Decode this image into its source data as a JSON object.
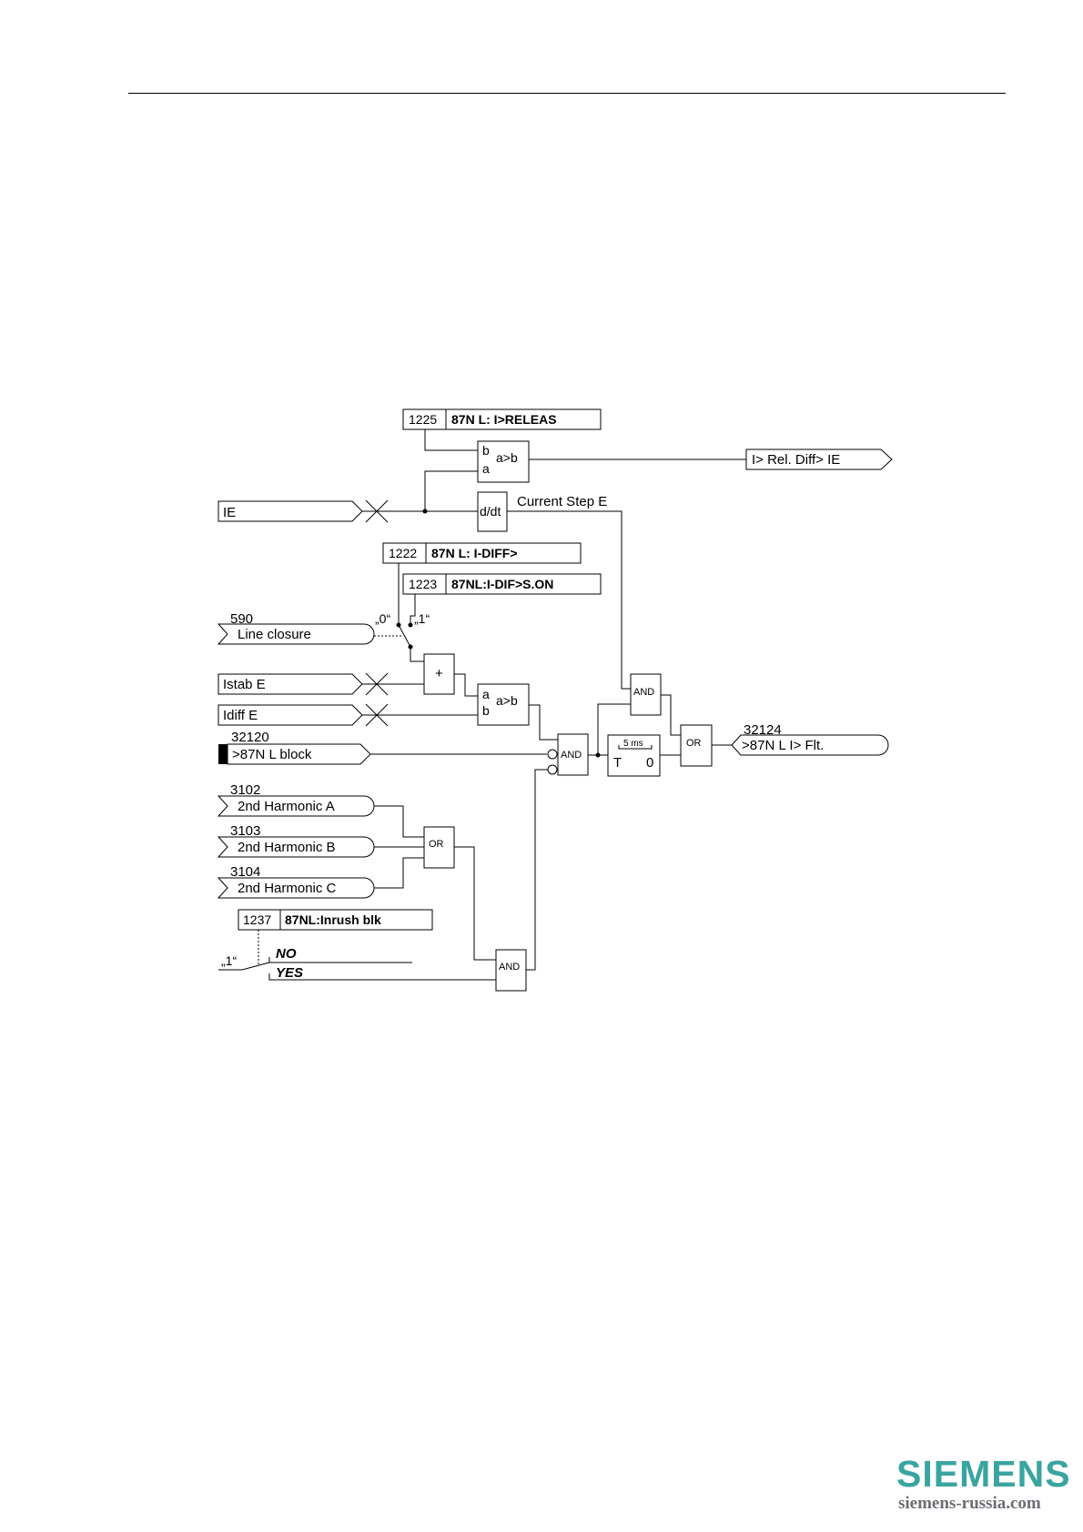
{
  "params": {
    "p1225": {
      "num": "1225",
      "label": "87N L: I>RELEAS"
    },
    "p1222": {
      "num": "1222",
      "label": "87N L: I-DIFF>"
    },
    "p1223": {
      "num": "1223",
      "label": "87NL:I-DIF>S.ON"
    },
    "p1237": {
      "num": "1237",
      "label": "87NL:Inrush blk"
    }
  },
  "inputs": {
    "ie": "IE",
    "line_closure": {
      "num": "590",
      "label": "Line closure"
    },
    "istab": "Istab E",
    "idiff": "Idiff E",
    "block": {
      "num": "32120",
      "label": ">87N L block"
    },
    "harm_a": {
      "num": "3102",
      "label": "2nd Harmonic A"
    },
    "harm_b": {
      "num": "3103",
      "label": "2nd Harmonic B"
    },
    "harm_c": {
      "num": "3104",
      "label": "2nd Harmonic C"
    }
  },
  "outputs": {
    "rel_diff": "I> Rel. Diff> IE",
    "flt": {
      "num": "32124",
      "label": ">87N L I> Flt."
    }
  },
  "gates": {
    "cmp_b": "b",
    "cmp_a": "a",
    "cmp_op": "a>b",
    "ddt": "d/dt",
    "plus": "+",
    "and_label": "AND",
    "or_label": "OR",
    "timer_ms": "5 ms",
    "timer_t": "T",
    "timer_0": "0"
  },
  "signals": {
    "current_step": "Current Step E",
    "sw0": "„0“",
    "sw1": "„1“",
    "sw_const": "„1“",
    "no": "NO",
    "yes": "YES"
  },
  "brand": {
    "logo": "SIEMENS",
    "site": "siemens-russia.com",
    "color": "#3aa5a0"
  }
}
